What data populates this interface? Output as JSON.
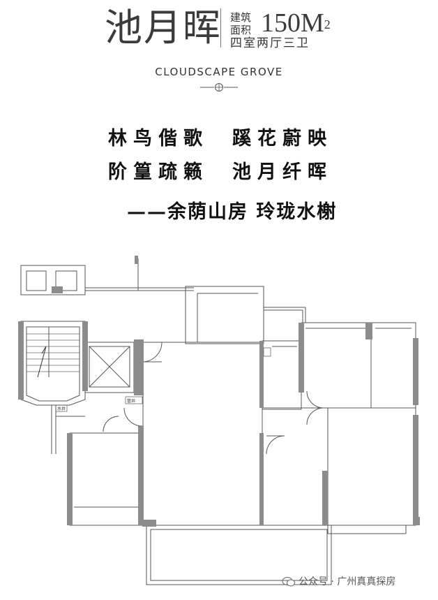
{
  "header": {
    "title": "池月晖",
    "area_caption_top": "建筑",
    "area_caption_bottom": "面积",
    "area_value": "150M",
    "area_unit_sup": "2",
    "layout": "四室两厅三卫"
  },
  "brand": {
    "name": "CLOUDSCAPE GROVE",
    "emblem_icon": "circle-emblem-icon"
  },
  "poem": {
    "line1_a": "林鸟偕歌",
    "line1_b": "蹊花蔚映",
    "line2_a": "阶篁疏籁",
    "line2_b": "池月纤晖",
    "subtitle": "——余荫山房 玲珑水榭"
  },
  "floor_plan": {
    "labels": {
      "drain": "水井",
      "pipe": "管井"
    }
  },
  "watermark": {
    "icon": "wechat-icon",
    "text": "公众号 · 广州真真探房"
  },
  "colors": {
    "wall": "#8c8c8c",
    "line": "#555555",
    "text": "#111111"
  }
}
